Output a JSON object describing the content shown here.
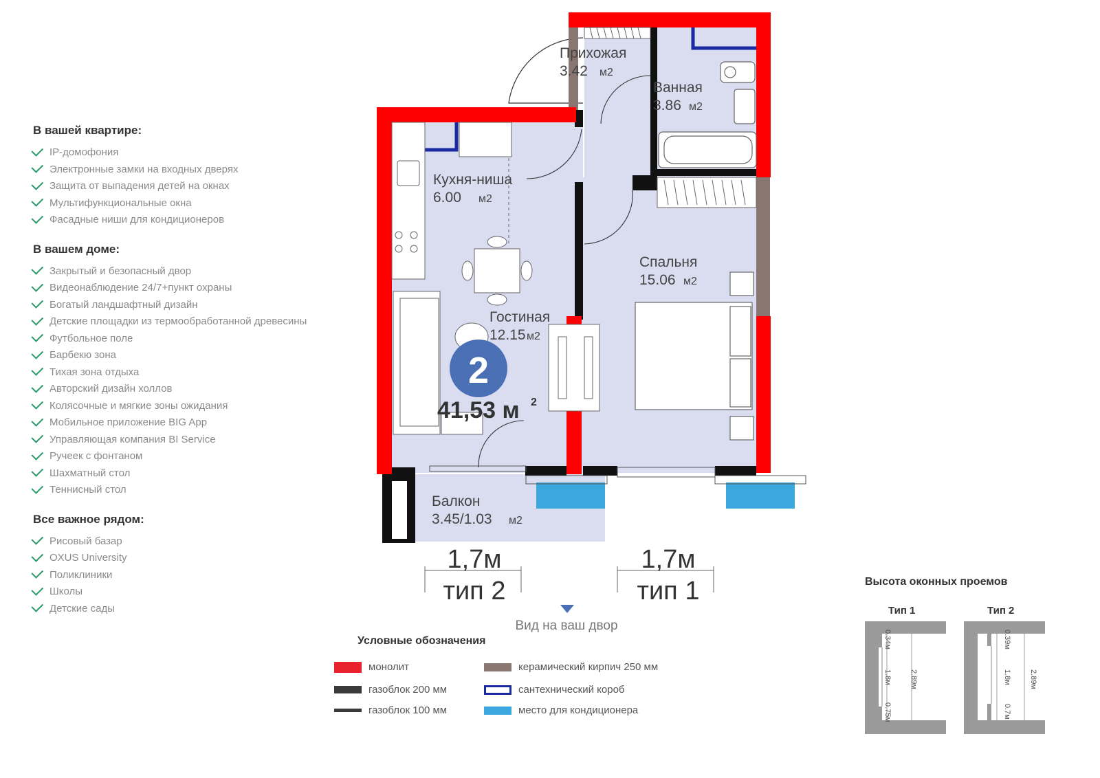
{
  "features": {
    "apartment": {
      "title": "В вашей квартире:",
      "items": [
        "IP-домофония",
        "Электронные замки на входных дверях",
        "Защита от выпадения детей на окнах",
        "Мультифункциональные окна",
        "Фасадные ниши для кондиционеров"
      ]
    },
    "building": {
      "title": "В вашем доме:",
      "items": [
        "Закрытый и безопасный двор",
        "Видеонаблюдение 24/7+пункт охраны",
        "Богатый ландшафтный дизайн",
        "Детские площадки из термообработанной древесины",
        "Футбольное поле",
        "Барбекю зона",
        "Тихая зона отдыха",
        "Авторский дизайн холлов",
        "Колясочные и мягкие зоны ожидания",
        "Мобильное приложение BIG App",
        "Управляющая компания BI Service",
        "Ручеек с фонтаном",
        "Шахматный стол",
        "Теннисный стол"
      ]
    },
    "nearby": {
      "title": "Все важное рядом:",
      "items": [
        "Рисовый базар",
        "OXUS University",
        "Поликлиники",
        "Школы",
        "Детские сады"
      ]
    }
  },
  "plan": {
    "rooms": [
      {
        "name": "Прихожая",
        "area": "3.42",
        "unit": "м2"
      },
      {
        "name": "Ванная",
        "area": "3.86",
        "unit": "м2"
      },
      {
        "name": "Кухня-ниша",
        "area": "6.00",
        "unit": "м2"
      },
      {
        "name": "Гостиная",
        "area": "12.15",
        "unit": "м2"
      },
      {
        "name": "Спальня",
        "area": "15.06",
        "unit": "м2"
      },
      {
        "name": "Балкон",
        "area": "3.45/1.03",
        "unit": "м2"
      }
    ],
    "rooms_count": "2",
    "total_area": "41,53 м",
    "total_area_sup": "2",
    "windows": [
      {
        "width": "1,7м",
        "type": "тип 2"
      },
      {
        "width": "1,7м",
        "type": "тип 1"
      }
    ],
    "view_label": "Вид на ваш двор"
  },
  "legend": {
    "title": "Условные обозначения",
    "items": [
      {
        "label": "монолит",
        "color": "#e8232e"
      },
      {
        "label": "газоблок 200 мм",
        "color": "#3a3a3a"
      },
      {
        "label": "газоблок 100 мм",
        "color": "#3a3a3a"
      },
      {
        "label": "керамический кирпич 250 мм",
        "color": "#8a7670"
      },
      {
        "label": "сантехнический короб",
        "color": "#1a2aa0"
      },
      {
        "label": "место для кондиционера",
        "color": "#3aa8dc"
      }
    ]
  },
  "window_heights": {
    "title": "Высота оконных проемов",
    "types": [
      {
        "label": "Тип 1",
        "top": "0.34м",
        "middle": "1.8м",
        "bottom": "0.75м",
        "total": "2.89м"
      },
      {
        "label": "Тип 2",
        "top": "0.39м",
        "middle": "1.8м",
        "bottom": "0.7м",
        "total": "2.89м"
      }
    ]
  },
  "colors": {
    "monolith": "#ff0000",
    "floor": "#d9dcef",
    "badge": "#4a6fb5",
    "check": "#2a9a6a"
  }
}
